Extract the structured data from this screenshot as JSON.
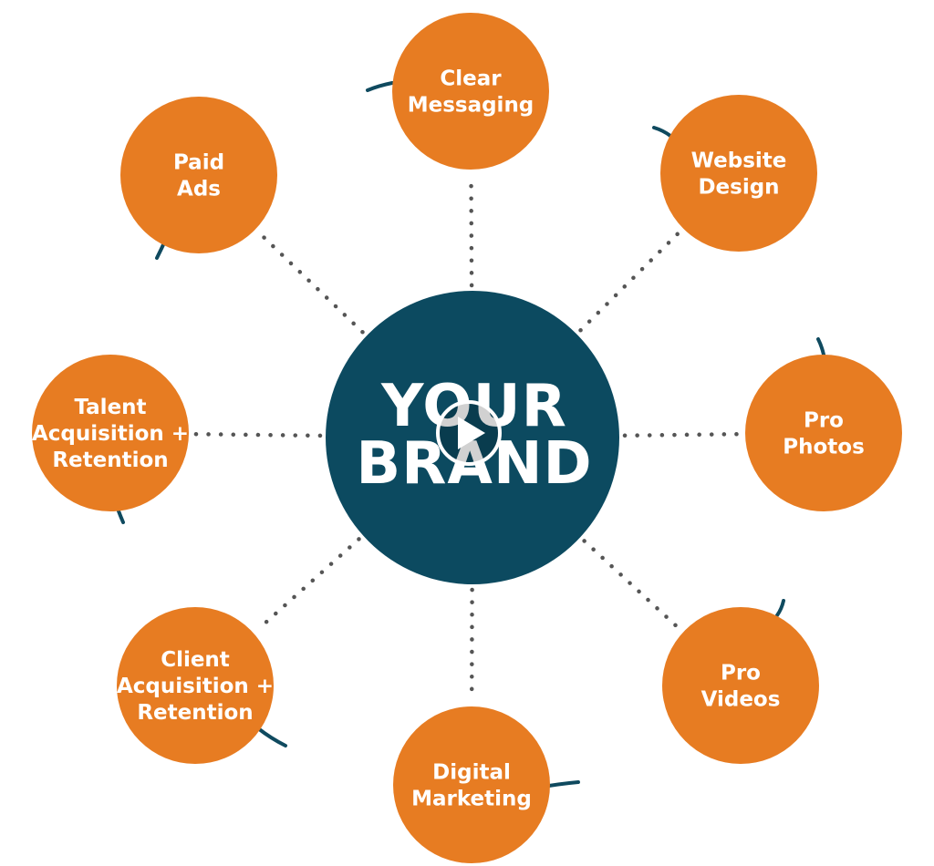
{
  "colors": {
    "hub": "#0c4a60",
    "node": "#e77c22",
    "swoosh": "#0f4a5f",
    "dots": "#555555",
    "text": "#ffffff"
  },
  "hub": {
    "lines": [
      "YOUR",
      "BRAND"
    ]
  },
  "play_button": {
    "icon": "play-icon"
  },
  "nodes": [
    {
      "id": "clear-messaging",
      "lines": [
        "Clear",
        "Messaging"
      ]
    },
    {
      "id": "website-design",
      "lines": [
        "Website",
        "Design"
      ]
    },
    {
      "id": "pro-photos",
      "lines": [
        "Pro",
        "Photos"
      ]
    },
    {
      "id": "pro-videos",
      "lines": [
        "Pro",
        "Videos"
      ]
    },
    {
      "id": "digital-marketing",
      "lines": [
        "Digital",
        "Marketing"
      ]
    },
    {
      "id": "client-acquisition-retention",
      "lines": [
        "Client",
        "Acquisition +",
        "Retention"
      ]
    },
    {
      "id": "talent-acquisition-retention",
      "lines": [
        "Talent",
        "Acquisition +",
        "Retention"
      ]
    },
    {
      "id": "paid-ads",
      "lines": [
        "Paid",
        "Ads"
      ]
    }
  ]
}
